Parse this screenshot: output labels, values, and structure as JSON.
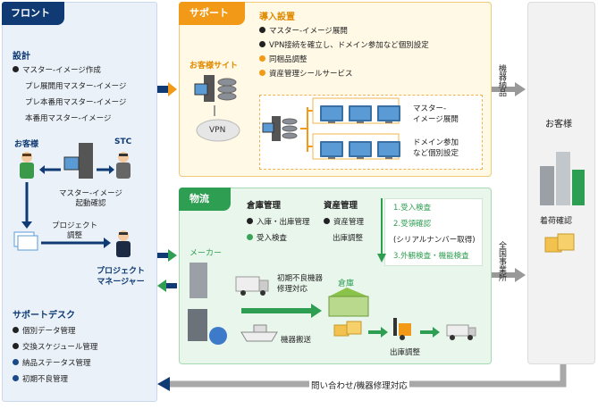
{
  "front": {
    "tab": "フロント",
    "design": {
      "heading": "設計",
      "item": "マスター-イメージ作成",
      "subs": [
        "プレ展開用マスター-イメージ",
        "プレ本番用マスター-イメージ",
        "本番用マスター-イメージ"
      ]
    },
    "customer_label": "お客様",
    "stc_label": "STC",
    "master_confirm": "マスター-イメージ\n起動確認",
    "project_adjust": "プロジェクト\n調整",
    "pm_label": "プロジェクト\nマネージャー",
    "support_desk": {
      "heading": "サポートデスク",
      "items": [
        "個別データ管理",
        "交換スケジュール管理",
        "納品ステータス管理",
        "初期不良管理"
      ]
    }
  },
  "support": {
    "tab": "サポート",
    "install_heading": "導入設置",
    "install_items": [
      "マスター-イメージ展開",
      "VPN接続を確立し、ドメイン参加など個別設定",
      "同梱品調整",
      "資産管理シールサービス"
    ],
    "customer_site": "お客様サイト",
    "vpn": "VPN",
    "deploy_label": "マスター-\nイメージ展開",
    "domain_label": "ドメイン参加\nなど個別設定"
  },
  "logistics": {
    "tab": "物流",
    "warehouse_mgmt": {
      "heading": "倉庫管理",
      "items": [
        "入庫・出庫管理",
        "受入検査"
      ]
    },
    "asset_mgmt": {
      "heading": "資産管理",
      "items": [
        "資産管理",
        "出庫調整"
      ]
    },
    "inspection": [
      "1.受入検査",
      "2.受領確認",
      "(シリアルナンバー取得)",
      "3.外観検査・機能検査"
    ],
    "maker": "メーカー",
    "initial_defect": "初期不良機器\n修理対応",
    "warehouse": "倉庫",
    "transport": "機器搬送",
    "shipping": "出庫調整"
  },
  "customer": {
    "label": "お客様",
    "arrival": "着荷確認"
  },
  "flows": {
    "delivery": "機器納品",
    "nationwide": "全国事業所",
    "inquiry": "問い合わせ/機器修理対応"
  },
  "colors": {
    "navy": "#0f3a73",
    "orange": "#f29a17",
    "green": "#2e9e52",
    "gray": "#a8a8a8"
  }
}
